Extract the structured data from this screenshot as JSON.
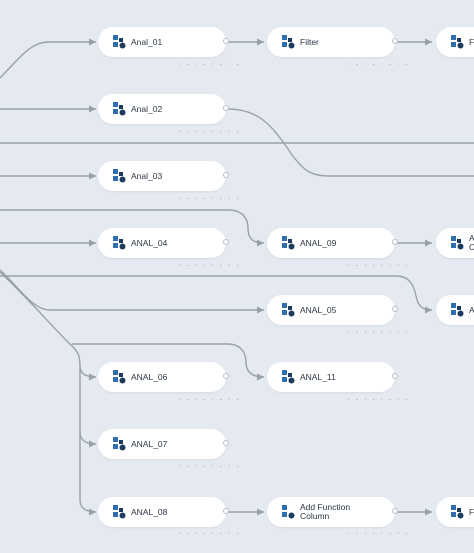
{
  "nodes": [
    {
      "id": "anal_01",
      "label": "Anal_01",
      "status": "· - · - · - · -"
    },
    {
      "id": "filter_1",
      "label": "Filter",
      "status": "· - · - · - · -"
    },
    {
      "id": "filter_2",
      "label": "Fi",
      "status": ""
    },
    {
      "id": "anal_02",
      "label": "Anal_02",
      "status": "· - · - · - · -"
    },
    {
      "id": "anal_03",
      "label": "Anal_03",
      "status": "· - · - · - · -"
    },
    {
      "id": "anal_04",
      "label": "ANAL_04",
      "status": "· - · - · - · -"
    },
    {
      "id": "anal_09",
      "label": "ANAL_09",
      "status": "· - · - · - · -"
    },
    {
      "id": "add_col_partial",
      "label": "A C",
      "status": ""
    },
    {
      "id": "anal_05",
      "label": "ANAL_05",
      "status": "· - · - · - · -"
    },
    {
      "id": "a_partial",
      "label": "A",
      "status": ""
    },
    {
      "id": "anal_06",
      "label": "ANAL_06",
      "status": "· - · - · - · -"
    },
    {
      "id": "anal_11",
      "label": "ANAL_11",
      "status": "· - · - · - · -"
    },
    {
      "id": "anal_07",
      "label": "ANAL_07",
      "status": "· - · - · - · -"
    },
    {
      "id": "anal_08",
      "label": "ANAL_08",
      "status": "· - · - · - · -"
    },
    {
      "id": "add_function_column",
      "label": "Add Function Column",
      "status": "· - · - · - · -"
    },
    {
      "id": "f_partial",
      "label": "F",
      "status": ""
    }
  ],
  "colors": {
    "canvas_background": "#e5e9f0",
    "node_background": "#ffffff",
    "edge": "#9aa1a9",
    "icon_blue": "#2f6fb0",
    "icon_dark": "#1d3b5e",
    "text": "#2c3745"
  },
  "icons": {
    "node": "analysis-node-icon"
  }
}
